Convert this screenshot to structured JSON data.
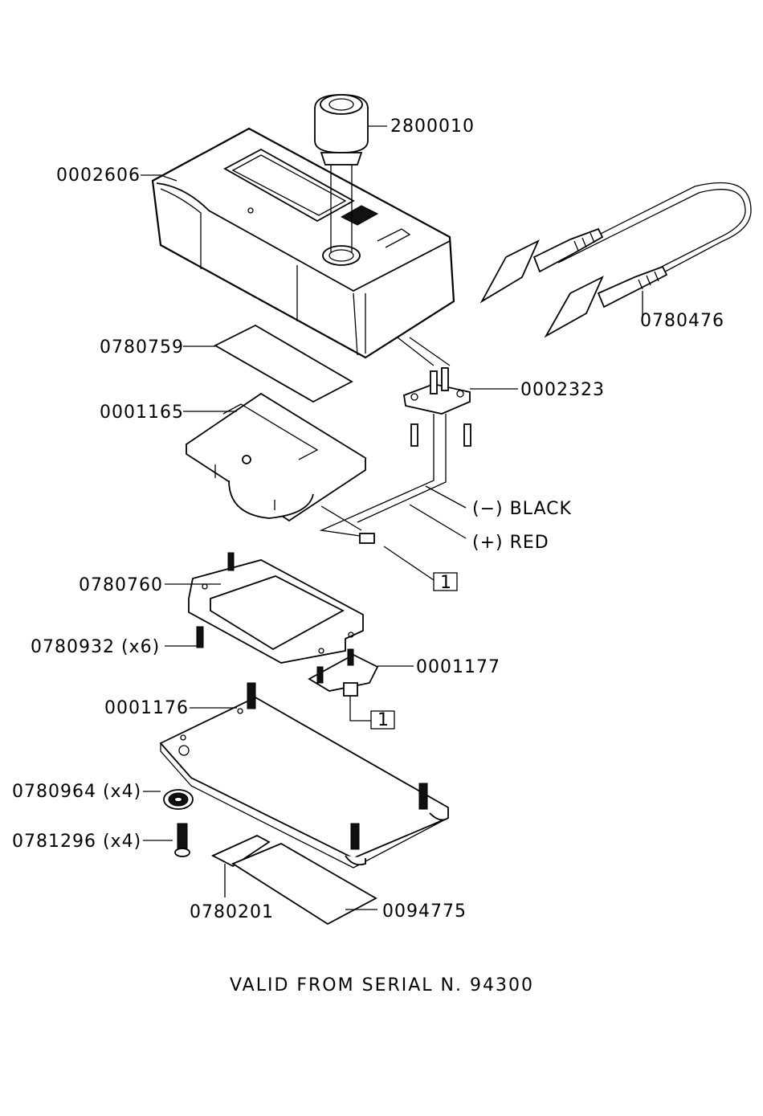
{
  "labels": {
    "p2800010": "2800010",
    "p0002606": "0002606",
    "p0780759": "0780759",
    "p0001165": "0001165",
    "p0780476": "0780476",
    "p0002323": "0002323",
    "black": "(−)  BLACK",
    "red": "(+)    RED",
    "ref1_top": "1",
    "p0780760": "0780760",
    "p0780932": "0780932  (x6)",
    "p0001177": "0001177",
    "ref1_bottom": "1",
    "p0001176": "0001176",
    "p0780964": "0780964  (x4)",
    "p0781296": "0781296  (x4)",
    "p0780201": "0780201",
    "p0094775": "0094775"
  },
  "footer": "VALID  FROM  SERIAL  N.  94300"
}
